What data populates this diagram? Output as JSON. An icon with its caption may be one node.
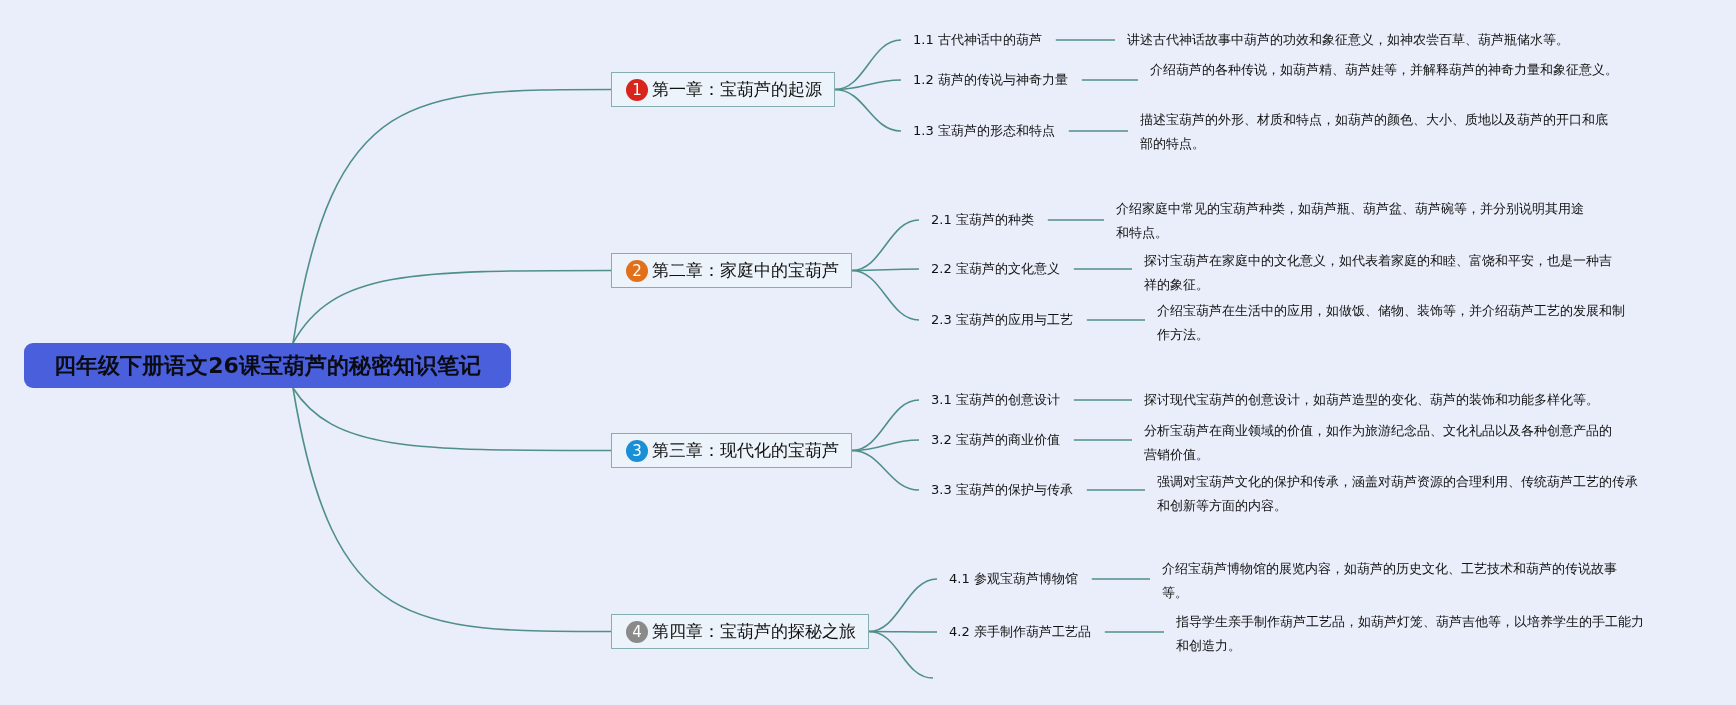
{
  "diagram": {
    "nodes": [
      {
        "text": [
          "四年级下册语文26课宝葫芦的秘密知识笔记"
        ]
      },
      {
        "text": [
          "1",
          "第一章：宝葫芦的起源"
        ]
      },
      {
        "text": [
          "1.1 古代神话中的葫芦"
        ]
      },
      {
        "text": [
          "讲述古代神话故事中葫芦的功效和象征意义，如神农尝百草、葫芦瓶储水等。"
        ]
      },
      {
        "text": [
          "1.2 葫芦的传说与神奇力量"
        ]
      },
      {
        "text": [
          "介绍葫芦的各种传说，如葫芦精、葫芦娃等，并解释葫芦的神奇力量和象征意义。"
        ]
      },
      {
        "text": [
          "1.3 宝葫芦的形态和特点"
        ]
      },
      {
        "text": [
          "描述宝葫芦的外形、材质和特点，如葫芦的颜色、大小、质地以及葫芦的开口和底部的特点。"
        ]
      },
      {
        "text": [
          "2",
          "第二章：家庭中的宝葫芦"
        ]
      },
      {
        "text": [
          "2.1 宝葫芦的种类"
        ]
      },
      {
        "text": [
          "介绍家庭中常见的宝葫芦种类，如葫芦瓶、葫芦盆、葫芦碗等，并分别说明其用途和特点。"
        ]
      },
      {
        "text": [
          "2.2 宝葫芦的文化意义"
        ]
      },
      {
        "text": [
          "探讨宝葫芦在家庭中的文化意义，如代表着家庭的和睦、富饶和平安，也是一种吉祥的象征。"
        ]
      },
      {
        "text": [
          "2.3 宝葫芦的应用与工艺"
        ]
      },
      {
        "text": [
          "介绍宝葫芦在生活中的应用，如做饭、储物、装饰等，并介绍葫芦工艺的发展和制作方法。"
        ]
      },
      {
        "text": [
          "3",
          "第三章：现代化的宝葫芦"
        ]
      },
      {
        "text": [
          "3.1 宝葫芦的创意设计"
        ]
      },
      {
        "text": [
          "探讨现代宝葫芦的创意设计，如葫芦造型的变化、葫芦的装饰和功能多样化等。"
        ]
      },
      {
        "text": [
          "3.2 宝葫芦的商业价值"
        ]
      },
      {
        "text": [
          "分析宝葫芦在商业领域的价值，如作为旅游纪念品、文化礼品以及各种创意产品的营销价值。"
        ]
      },
      {
        "text": [
          "3.3 宝葫芦的保护与传承"
        ]
      },
      {
        "text": [
          "强调对宝葫芦文化的保护和传承，涵盖对葫芦资源的合理利用、传统葫芦工艺的传承和创新等方面的内容。"
        ]
      },
      {
        "text": [
          "4",
          "第四章：宝葫芦的探秘之旅"
        ]
      },
      {
        "text": [
          "4.1 参观宝葫芦博物馆"
        ]
      },
      {
        "text": [
          "介绍宝葫芦博物馆的展览内容，如葫芦的历史文化、工艺技术和葫芦的传说故事等。"
        ]
      },
      {
        "text": [
          "4.2 亲手制作葫芦工艺品"
        ]
      },
      {
        "text": [
          "指导学生亲手制作葫芦工艺品，如葫芦灯笼、葫芦吉他等，以培养学生的手工能力和创造力。"
        ]
      }
    ],
    "edges": [
      {
        "from": 0,
        "to": 1,
        "arrow": "none"
      },
      {
        "from": 0,
        "to": 8,
        "arrow": "none"
      },
      {
        "from": 0,
        "to": 15,
        "arrow": "none"
      },
      {
        "from": 0,
        "to": 22,
        "arrow": "none"
      },
      {
        "from": 1,
        "to": 2,
        "arrow": "none"
      },
      {
        "from": 2,
        "to": 3,
        "arrow": "none"
      },
      {
        "from": 1,
        "to": 4,
        "arrow": "none"
      },
      {
        "from": 4,
        "to": 5,
        "arrow": "none"
      },
      {
        "from": 1,
        "to": 6,
        "arrow": "none"
      },
      {
        "from": 6,
        "to": 7,
        "arrow": "none"
      },
      {
        "from": 8,
        "to": 9,
        "arrow": "none"
      },
      {
        "from": 9,
        "to": 10,
        "arrow": "none"
      },
      {
        "from": 8,
        "to": 11,
        "arrow": "none"
      },
      {
        "from": 11,
        "to": 12,
        "arrow": "none"
      },
      {
        "from": 8,
        "to": 13,
        "arrow": "none"
      },
      {
        "from": 13,
        "to": 14,
        "arrow": "none"
      },
      {
        "from": 15,
        "to": 16,
        "arrow": "none"
      },
      {
        "from": 16,
        "to": 17,
        "arrow": "none"
      },
      {
        "from": 15,
        "to": 18,
        "arrow": "none"
      },
      {
        "from": 18,
        "to": 19,
        "arrow": "none"
      },
      {
        "from": 15,
        "to": 20,
        "arrow": "none"
      },
      {
        "from": 20,
        "to": 21,
        "arrow": "none"
      },
      {
        "from": 22,
        "to": 23,
        "arrow": "none"
      },
      {
        "from": 23,
        "to": 24,
        "arrow": "none"
      },
      {
        "from": 22,
        "to": 25,
        "arrow": "none"
      },
      {
        "from": 25,
        "to": 26,
        "arrow": "none"
      },
      {
        "from": 22,
        "to": null,
        "arrow": "none"
      }
    ]
  }
}
